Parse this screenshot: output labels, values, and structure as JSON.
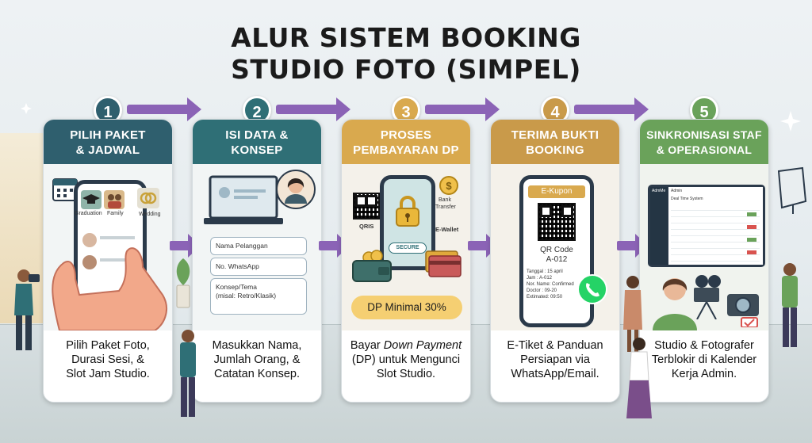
{
  "title": {
    "line1": "ALUR SISTEM BOOKING",
    "line2": "STUDIO FOTO (SIMPEL)"
  },
  "colors": {
    "step1": "#2f5f6e",
    "step2": "#2f6f76",
    "step3": "#d9a94e",
    "step4": "#c99a4a",
    "step5": "#6aa25a",
    "arrow": "#8b63b6"
  },
  "steps": [
    {
      "number": "1",
      "header_line1": "PILIH PAKET",
      "header_line2": "& JADWAL",
      "desc": [
        "Pilih Paket Foto,",
        "Durasi Sesi, &",
        "Slot Jam Studio."
      ],
      "illustration": {
        "packages": [
          "Graduation",
          "Family",
          "Wedding"
        ],
        "icons": [
          "calendar-icon",
          "graduation-cap-icon",
          "family-icon",
          "wedding-rings-icon",
          "hand-icon"
        ]
      }
    },
    {
      "number": "2",
      "header_line1": "ISI DATA &",
      "header_line2": "KONSEP",
      "desc": [
        "Masukkan Nama,",
        "Jumlah Orang, &",
        "Catatan Konsep."
      ],
      "illustration": {
        "fields": [
          "Nama Pelanggan",
          "No. WhatsApp"
        ],
        "concept_line1": "Konsep/Tema",
        "concept_line2": "(misal: Retro/Klasik)"
      }
    },
    {
      "number": "3",
      "header_line1": "PROSES",
      "header_line2": "PEMBAYARAN DP",
      "desc_pre": "Bayar ",
      "desc_em": "Down Payment",
      "desc": [
        "(DP) untuk Mengunci",
        "Slot Studio."
      ],
      "illustration": {
        "qris": "QRIS",
        "secure": "SECURE",
        "bank": "Bank",
        "transfer": "Transfer",
        "ewallet": "E-Wallet",
        "dp_badge": "DP Minimal 30%"
      }
    },
    {
      "number": "4",
      "header_line1": "TERIMA BUKTI",
      "header_line2": "BOOKING",
      "desc": [
        "E-Tiket & Panduan",
        "Persiapan via",
        "WhatsApp/Email."
      ],
      "illustration": {
        "kupon": "E-Kupon",
        "qr_label": "QR Code",
        "qr_id": "A-012",
        "rows": [
          "Tanggal  : 15 april",
          "Jam      : A-012",
          "Nor. Name: Confirmed",
          "Doctor   : 09-20",
          "Extimated: 09:50"
        ]
      }
    },
    {
      "number": "5",
      "header_line1": "SINKRONISASI STAF",
      "header_line2": "& OPERASIONAL",
      "desc": [
        "Studio & Fotografer",
        "Terblokir di Kalender",
        "Kerja Admin."
      ],
      "illustration": {
        "app_name": "AdmMe",
        "panel_title": "Admin",
        "table_title": "Deal Time System"
      }
    }
  ]
}
